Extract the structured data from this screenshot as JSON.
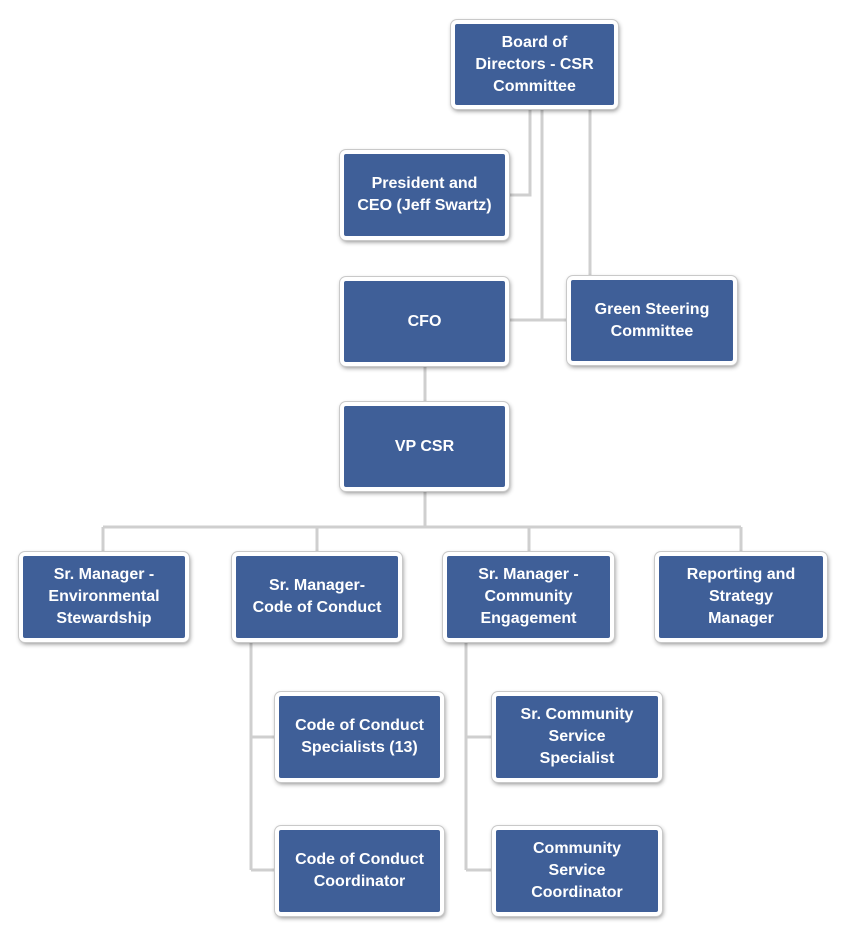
{
  "colors": {
    "box_fill": "#3f5f98",
    "box_border": "#ffffff",
    "connector": "#cfcfcf",
    "text": "#ffffff"
  },
  "nodes": {
    "board": "Board of\nDirectors - CSR\nCommittee",
    "president": "President and\nCEO (Jeff Swartz)",
    "cfo": "CFO",
    "green_steering": "Green Steering\nCommittee",
    "vp_csr": "VP CSR",
    "sr_env": "Sr. Manager -\nEnvironmental\nStewardship",
    "sr_code": "Sr. Manager-\nCode of Conduct",
    "sr_community": "Sr. Manager -\nCommunity\nEngagement",
    "reporting": "Reporting and\nStrategy\nManager",
    "code_specialists": "Code of Conduct\nSpecialists  (13)",
    "code_coordinator": "Code of Conduct\nCoordinator",
    "sr_community_specialist": "Sr. Community\nService\nSpecialist",
    "community_coordinator": "Community\nService\nCoordinator"
  }
}
